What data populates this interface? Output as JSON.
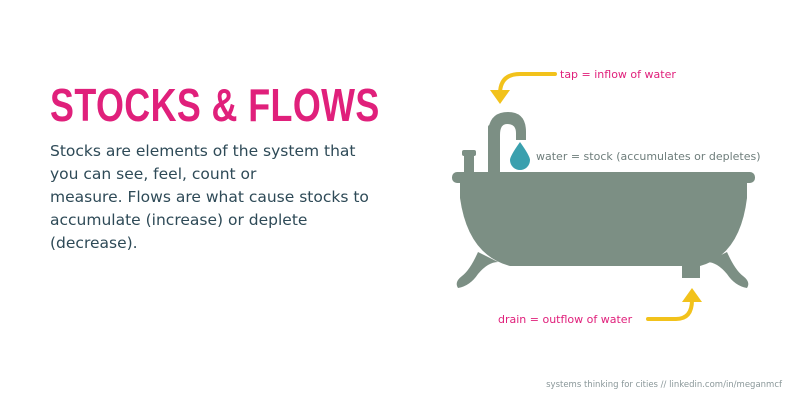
{
  "title": "STOCKS & FLOWS",
  "description_lines": [
    "Stocks are elements of the system that",
    "you can see, feel, count or",
    "measure. Flows are what cause stocks to",
    "accumulate (increase) or deplete",
    "(decrease)."
  ],
  "labels": {
    "tap": "tap = inflow of water",
    "water": "water = stock (accumulates or depletes)",
    "drain": "drain = outflow of water"
  },
  "credit": "systems thinking for cities // linkedin.com/in/meganmcf",
  "colors": {
    "accent": "#e0207b",
    "tub": "#7c8f84",
    "arrow": "#f2c21b",
    "water_drop": "#3aa0ae",
    "text": "#2e4a57"
  }
}
